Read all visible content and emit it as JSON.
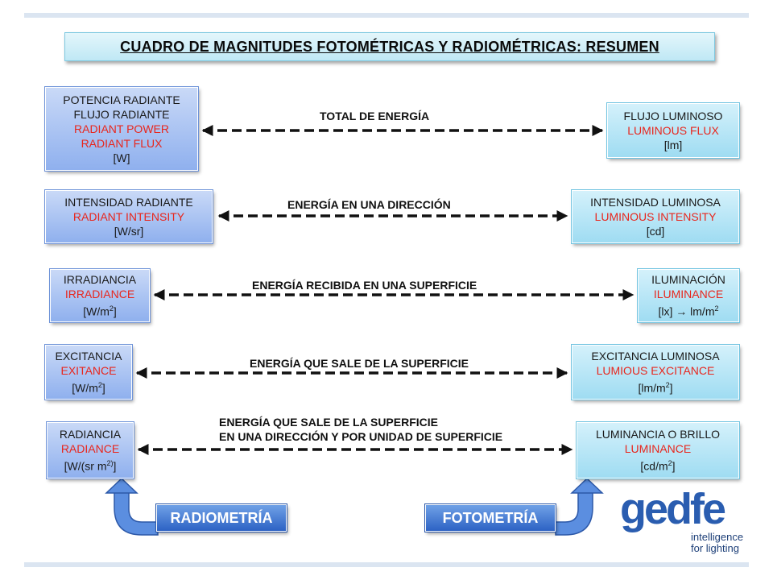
{
  "title": "CUADRO DE MAGNITUDES FOTOMÉTRICAS Y RADIOMÉTRICAS: RESUMEN",
  "rows": [
    {
      "left": {
        "line1": "POTENCIA RADIANTE",
        "line2": "FLUJO RADIANTE",
        "en1": "RADIANT POWER",
        "en2": "RADIANT FLUX",
        "unit": "[W]"
      },
      "label": "TOTAL DE ENERGÍA",
      "right": {
        "line1": "FLUJO LUMINOSO",
        "en1": "LUMINOUS FLUX",
        "unit": "[lm]"
      }
    },
    {
      "left": {
        "line1": "INTENSIDAD RADIANTE",
        "en1": "RADIANT INTENSITY",
        "unit": "[W/sr]"
      },
      "label": "ENERGÍA EN UNA DIRECCIÓN",
      "right": {
        "line1": "INTENSIDAD LUMINOSA",
        "en1": "LUMINOUS INTENSITY",
        "unit": "[cd]"
      }
    },
    {
      "left": {
        "line1": "IRRADIANCIA",
        "en1": "IRRADIANCE",
        "unit_base": "[W/m",
        "unit_sup": "2",
        "unit_end": "]"
      },
      "label": "ENERGÍA RECIBIDA EN UNA SUPERFICIE",
      "right": {
        "line1": "ILUMINACIÓN",
        "en1": "ILUMINANCE",
        "unit_a": "[lx]",
        "unit_arrow": "→",
        "unit_b": "lm/m",
        "unit_sup": "2"
      }
    },
    {
      "left": {
        "line1": "EXCITANCIA",
        "en1": "EXITANCE",
        "unit_base": "[W/m",
        "unit_sup": "2",
        "unit_end": "]"
      },
      "label": "ENERGÍA QUE SALE DE LA SUPERFICIE",
      "right": {
        "line1": "EXCITANCIA LUMINOSA",
        "en1": "LUMIOUS EXCITANCE",
        "unit_base": "[lm/m",
        "unit_sup": "2",
        "unit_end": "]"
      }
    },
    {
      "left": {
        "line1": "RADIANCIA",
        "en1": "RADIANCE",
        "unit_base": "[W/(sr m",
        "unit_sup": "2)",
        "unit_end": "]"
      },
      "label1": "ENERGÍA QUE SALE DE LA SUPERFICIE",
      "label2": "EN UNA DIRECCIÓN Y POR UNIDAD DE SUPERFICIE",
      "right": {
        "line1": "LUMINANCIA O BRILLO",
        "en1": "LUMINANCE",
        "unit_base": "[cd/m",
        "unit_sup": "2",
        "unit_end": "]"
      }
    }
  ],
  "tags": {
    "radiometria": "RADIOMETRÍA",
    "fotometria": "FOTOMETRÍA"
  },
  "logo": {
    "word": "gedfe",
    "tagline1": "intelligence",
    "tagline2": "for lighting"
  },
  "colors": {
    "english_text": "#e8261d",
    "radiometric_box": "#8fb0ee",
    "photometric_box": "#9fdcf2",
    "tag": "#2d62c4",
    "logo": "#2a5db0"
  }
}
